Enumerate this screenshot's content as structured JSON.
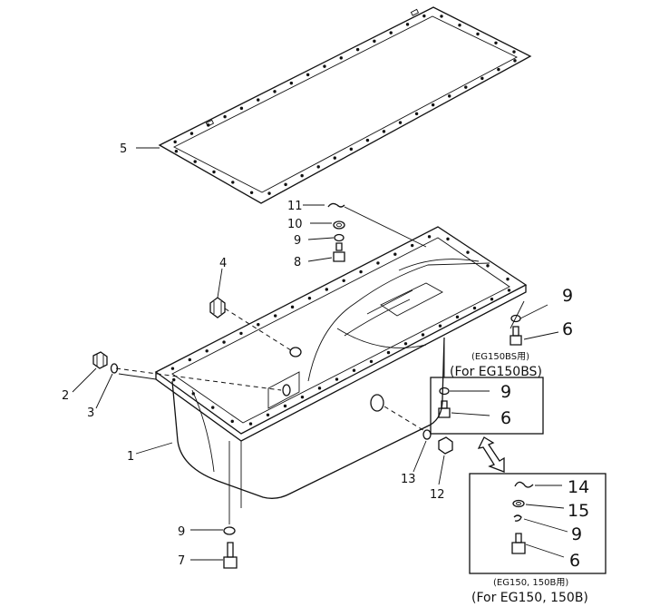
{
  "callouts": {
    "c1": "1",
    "c2": "2",
    "c3": "3",
    "c4": "4",
    "c5": "5",
    "c6a": "6",
    "c6b": "6",
    "c6c": "6",
    "c7": "7",
    "c8": "8",
    "c9a": "9",
    "c9b": "9",
    "c9c": "9",
    "c9d": "9",
    "c9e": "9",
    "c10": "10",
    "c11": "11",
    "c12": "12",
    "c13": "13",
    "c14": "14",
    "c15": "15"
  },
  "captions": {
    "eg150bs_jp": "(EG150BS用)",
    "eg150bs_en": "(For EG150BS)",
    "eg150_jp": "(EG150, 150B用)",
    "eg150_en": "(For EG150, 150B)"
  }
}
